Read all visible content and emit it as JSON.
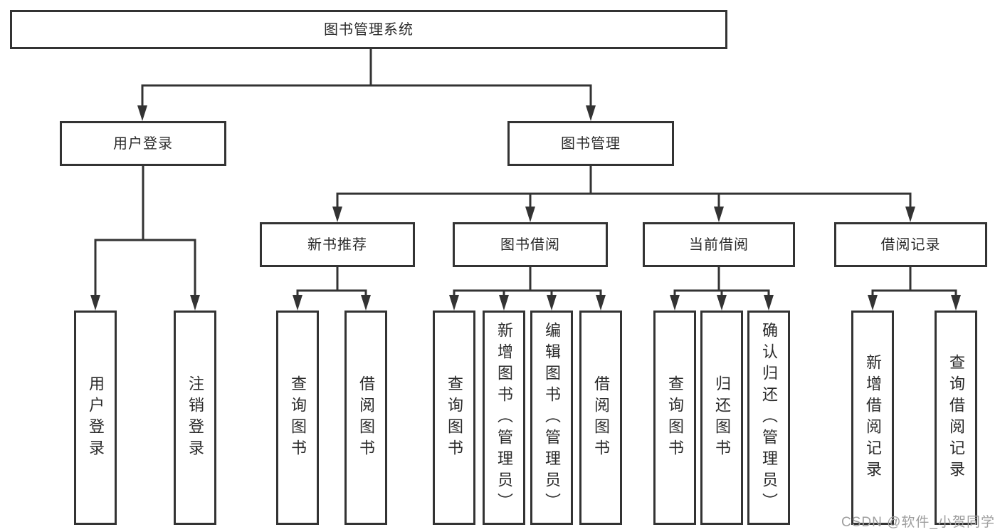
{
  "diagram": {
    "title_note": "functional structure tree",
    "root": {
      "label": "图书管理系统"
    },
    "branches": [
      {
        "label": "用户登录",
        "children": [
          {
            "label": "用户登录"
          },
          {
            "label": "注销登录"
          }
        ]
      },
      {
        "label": "图书管理",
        "children": [
          {
            "label": "新书推荐",
            "children": [
              {
                "label": "查询图书"
              },
              {
                "label": "借阅图书"
              }
            ]
          },
          {
            "label": "图书借阅",
            "children": [
              {
                "label": "查询图书"
              },
              {
                "label": "新增图书（管理员）"
              },
              {
                "label": "编辑图书（管理员）"
              },
              {
                "label": "借阅图书"
              }
            ]
          },
          {
            "label": "当前借阅",
            "children": [
              {
                "label": "查询图书"
              },
              {
                "label": "归还图书"
              },
              {
                "label": "确认归还（管理员）"
              }
            ]
          },
          {
            "label": "借阅记录",
            "children": [
              {
                "label": "新增借阅记录"
              },
              {
                "label": "查询借阅记录"
              }
            ]
          }
        ]
      }
    ],
    "watermark": "CSDN @软件_小贺同学",
    "colors": {
      "line": "#333333",
      "box_border": "#333333",
      "text": "#2b2b2b",
      "watermark": "#9e9e9e",
      "background": "#ffffff"
    }
  }
}
